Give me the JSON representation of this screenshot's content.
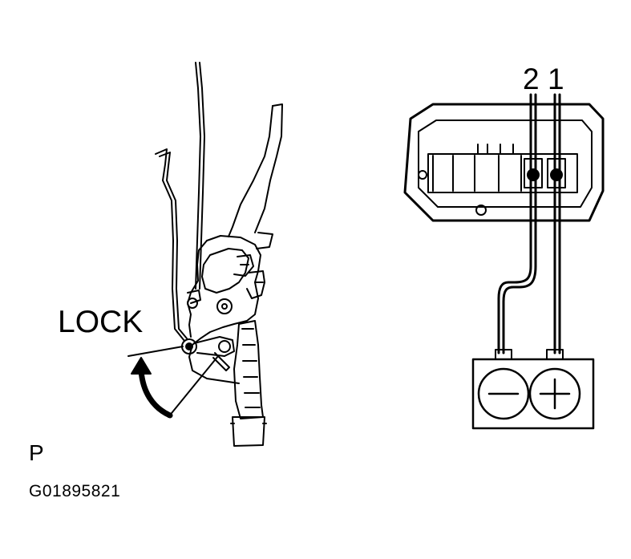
{
  "labels": {
    "lock": "LOCK",
    "pin_2": "2",
    "pin_1": "1",
    "view": "P",
    "figure_code": "G01895821"
  },
  "battery": {
    "negative_symbol": "−",
    "positive_symbol": "+"
  },
  "colors": {
    "line": "#000000",
    "background": "#ffffff"
  }
}
